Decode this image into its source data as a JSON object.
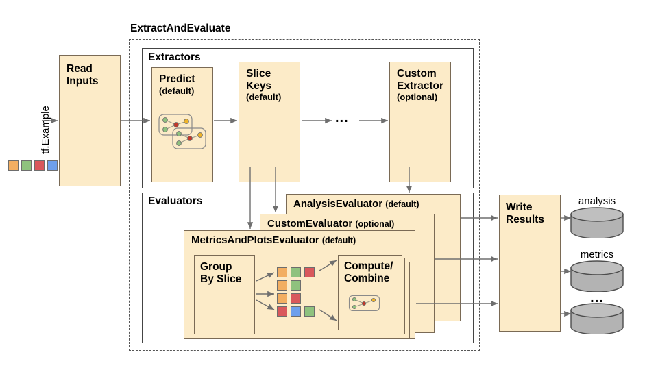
{
  "diagram": {
    "title_hidden": "TensorFlow Model Analysis ExtractAndEvaluate pipeline",
    "input_label": "tf.Example",
    "read_inputs": {
      "title": "Read\nInputs"
    },
    "extract_and_evaluate_label": "ExtractAndEvaluate",
    "extractors": {
      "group_label": "Extractors",
      "boxes": [
        {
          "title": "Predict",
          "sub": "(default)"
        },
        {
          "title": "Slice\nKeys",
          "sub": "(default)"
        },
        {
          "title": "Custom\nExtractor",
          "sub": "(optional)"
        }
      ],
      "ellipsis": "..."
    },
    "evaluators": {
      "group_label": "Evaluators",
      "stack": [
        {
          "name": "AnalysisEvaluator",
          "qualifier": "(default)"
        },
        {
          "name": "CustomEvaluator",
          "qualifier": "(optional)"
        },
        {
          "name": "MetricsAndPlotsEvaluator",
          "qualifier": "(default)"
        }
      ],
      "group_by_slice": {
        "title": "Group\nBy Slice"
      },
      "compute_combine": {
        "title": "Compute/\nCombine"
      },
      "slice_rows": [
        [
          "orange",
          "green",
          "red"
        ],
        [
          "orange",
          "green"
        ],
        [
          "orange",
          "red"
        ],
        [
          "red",
          "blue",
          "green"
        ]
      ]
    },
    "write_results": {
      "title": "Write\nResults"
    },
    "outputs": [
      {
        "label": "analysis"
      },
      {
        "label": "metrics"
      },
      {
        "label": "..."
      }
    ],
    "legend_squares": [
      "orange",
      "green",
      "red",
      "blue"
    ],
    "colors": {
      "orange": "#F2AE62",
      "green": "#8FC27E",
      "red": "#D9585C",
      "blue": "#6E9FEC",
      "box_fill": "#FCEBC8",
      "box_stroke": "#7A6A55",
      "cylinder_fill": "#B3B3B3",
      "cylinder_stroke": "#4d4d4d",
      "arrow": "#6f6f6f"
    }
  }
}
